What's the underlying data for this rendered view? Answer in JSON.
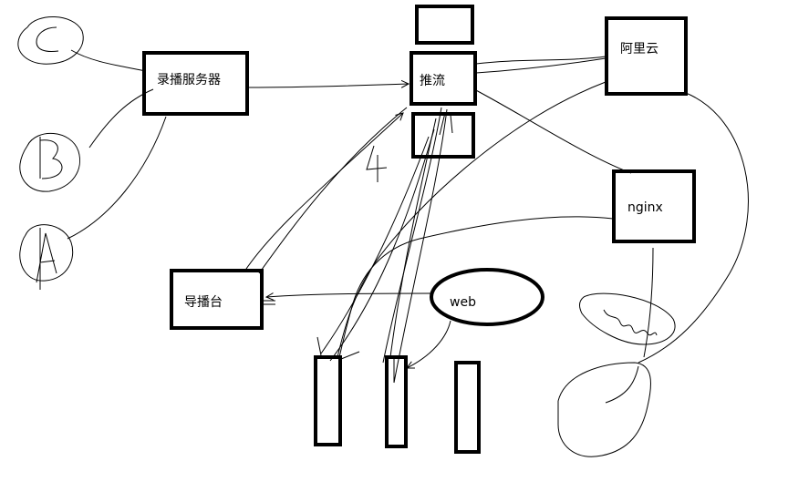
{
  "diagram": {
    "nodes": {
      "recorder": {
        "label": "录播服务器"
      },
      "push": {
        "label": "推流"
      },
      "aliyun": {
        "label": "阿里云"
      },
      "nginx": {
        "label": "nginx"
      },
      "director": {
        "label": "导播台"
      },
      "web": {
        "label": "web"
      }
    }
  }
}
